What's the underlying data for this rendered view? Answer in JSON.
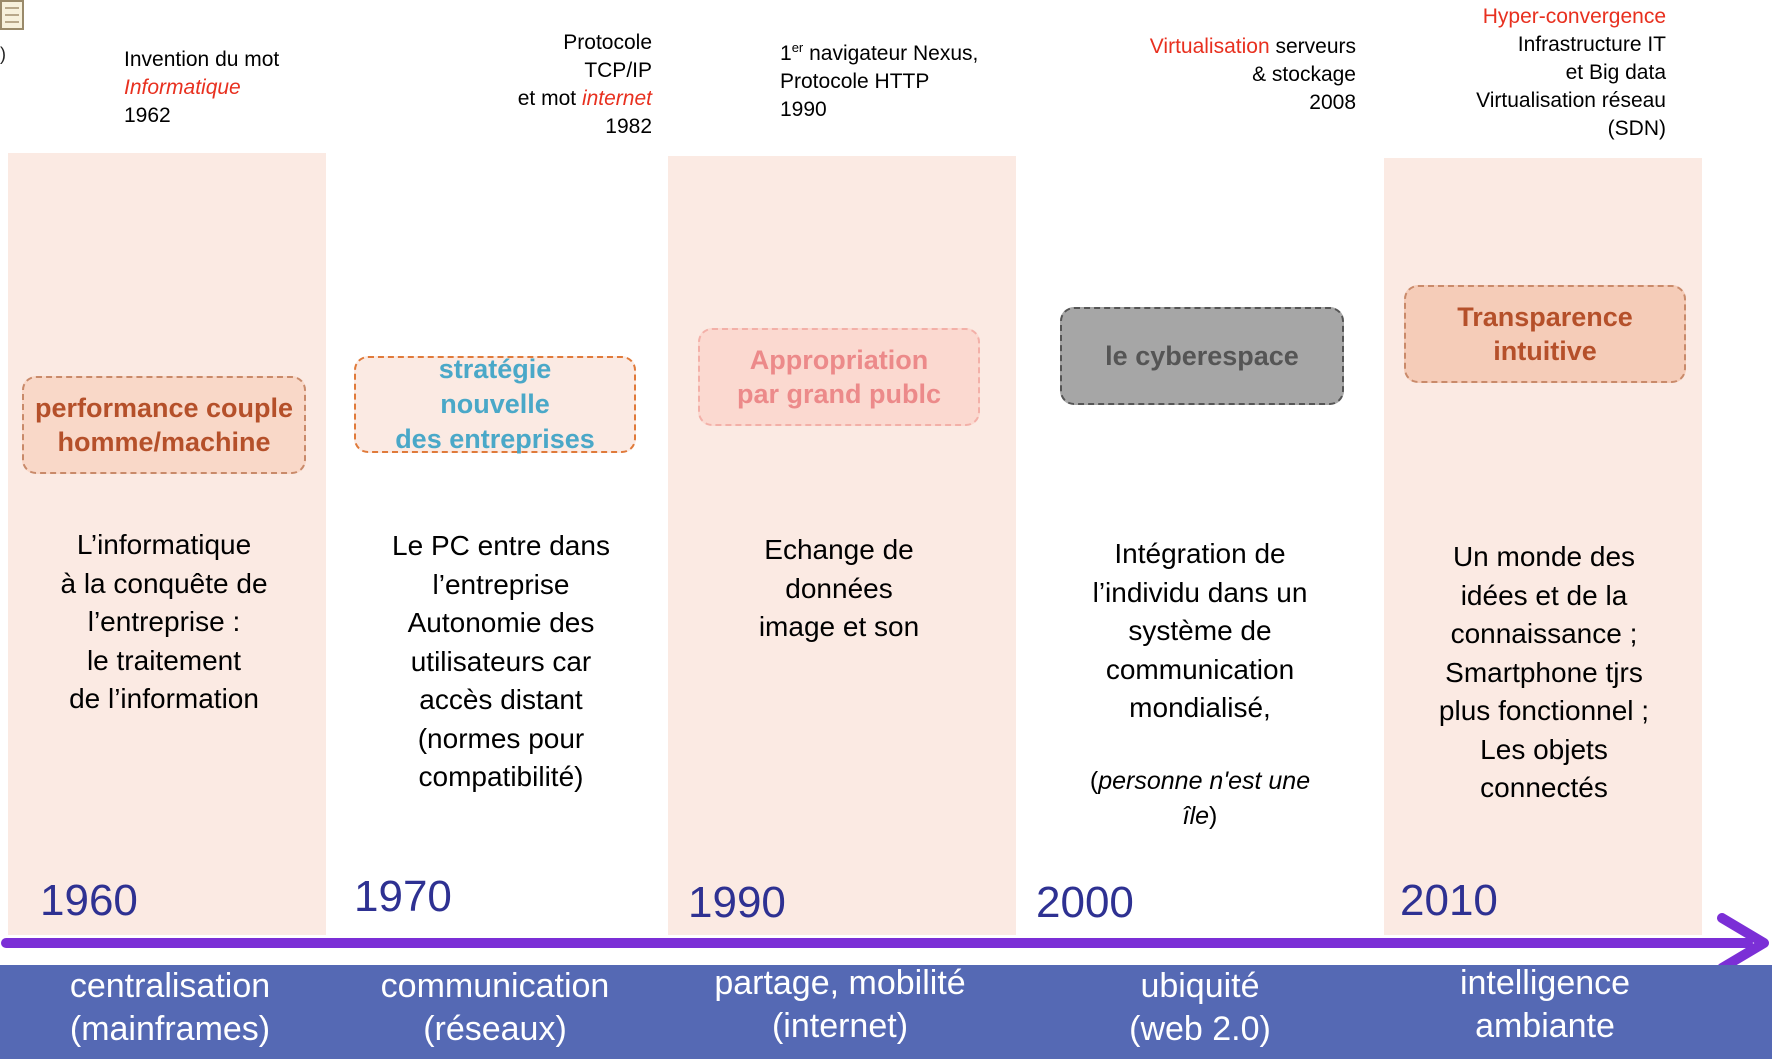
{
  "eras": [
    {
      "milestone": {
        "line1": "Invention du mot",
        "line2_red_italic": "Informatique",
        "year": "1962"
      },
      "theme": {
        "line1": "performance couple",
        "line2": "homme/machine",
        "color": "#b5502a"
      },
      "description": [
        "L’informatique",
        "à la conquête de",
        "l’entreprise :",
        "le traitement",
        "de l’information"
      ],
      "year": "1960",
      "era_label": [
        "centralisation",
        "(mainframes)"
      ]
    },
    {
      "milestone": {
        "line1": "Protocole",
        "line2": "TCP/IP",
        "line3_prefix": "et mot",
        "line3_red_italic": "internet",
        "year": "1982"
      },
      "theme": {
        "line1": "stratégie",
        "line2": "nouvelle",
        "line3": "des entreprises",
        "color": "#4aa8c8"
      },
      "description": [
        "Le PC entre dans",
        "l’entreprise",
        "Autonomie des",
        "utilisateurs  car",
        "accès distant",
        "(normes pour",
        "compatibilité)"
      ],
      "year": "1970",
      "era_label": [
        "communication",
        "(réseaux)"
      ]
    },
    {
      "milestone": {
        "line1_sup": "er",
        "line1_prefix": "1",
        "line1_rest": " navigateur Nexus,",
        "line2": "Protocole HTTP",
        "year": "1990"
      },
      "theme": {
        "line1": "Appropriation",
        "line2": "par grand publc",
        "color": "#ec8a8a"
      },
      "description": [
        "Echange de",
        "données",
        "image et son"
      ],
      "year": "1990",
      "era_label": [
        "partage, mobilité",
        "(internet)"
      ]
    },
    {
      "milestone": {
        "line1_red": "Virtualisation",
        "line1_rest": " serveurs",
        "line2": "& stockage",
        "year": "2008"
      },
      "theme": {
        "line1": "le cyberespace",
        "color": "#555555"
      },
      "description": [
        "Intégration de",
        "l’individu dans un",
        "système de",
        "communication",
        "mondialisé,"
      ],
      "note": {
        "open": "(",
        "italic": "personne n'est une",
        "italic2": "île",
        "close": ")"
      },
      "year": "2000",
      "era_label": [
        "ubiquité",
        "(web 2.0)"
      ]
    },
    {
      "milestone": {
        "line1_red": "Hyper-convergence",
        "line2": "Infrastructure IT",
        "line3": "et Big data",
        "line4": "Virtualisation réseau",
        "line5": "(SDN)"
      },
      "theme": {
        "line1": "Transparence",
        "line2": "intuitive",
        "color": "#b5502a"
      },
      "description": [
        "Un monde des",
        "idées et de la",
        "connaissance ;",
        "Smartphone tjrs",
        "plus fonctionnel ;",
        "Les objets",
        "connectés"
      ],
      "year": "2010",
      "era_label": [
        "intelligence",
        "ambiante"
      ]
    }
  ],
  "colors": {
    "column_bg": "#fbeae3",
    "axis_arrow": "#7b2fd6",
    "year_text": "#2e3192",
    "era_band": "#5569b4",
    "highlight_red": "#e8301f"
  },
  "icons": {
    "top_left": "document-icon"
  },
  "glyph": ")"
}
